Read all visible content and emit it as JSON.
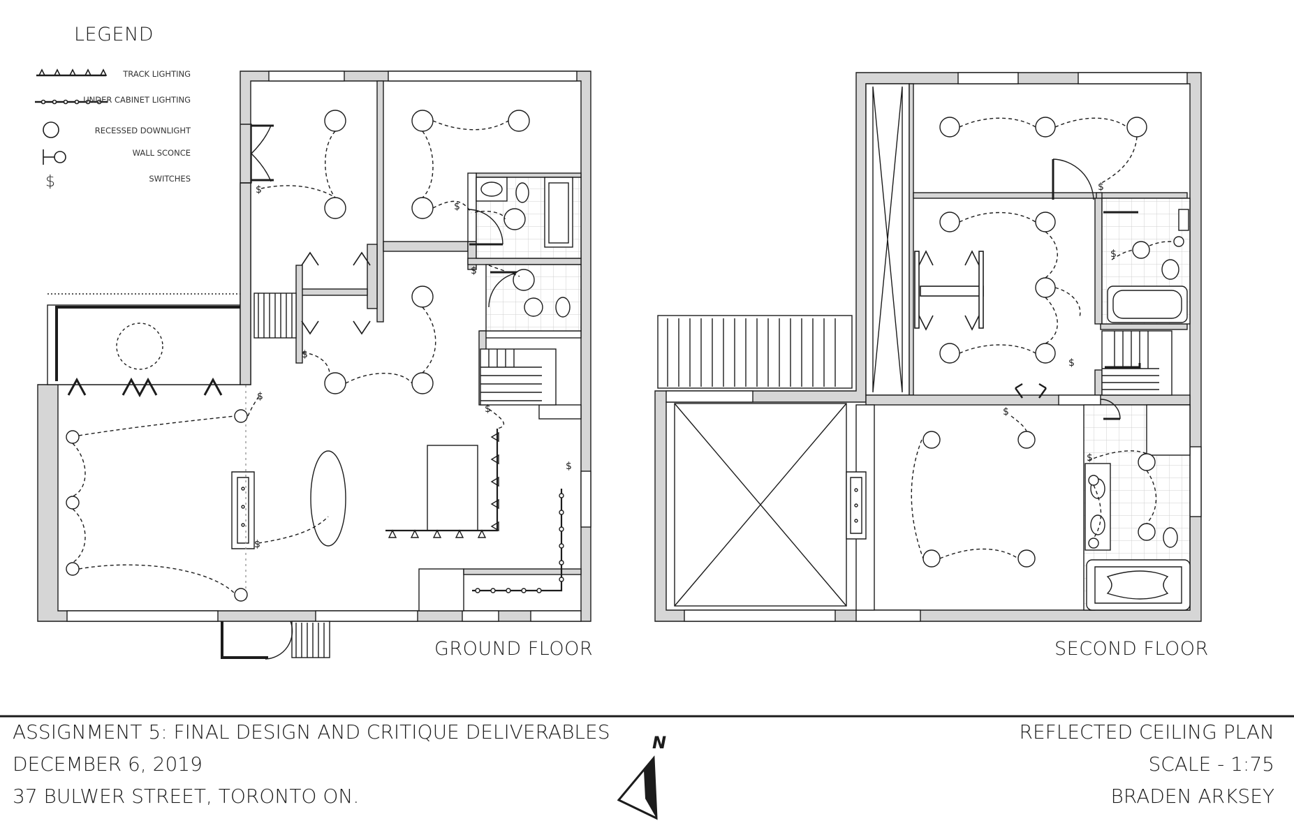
{
  "legend": {
    "title": "LEGEND",
    "items": [
      {
        "symbol": "track-lighting",
        "label": "TRACK LIGHTING"
      },
      {
        "symbol": "under-cabinet-lighting",
        "label": "UNDER CABINET LIGHTING"
      },
      {
        "symbol": "recessed-downlight",
        "label": "RECESSED DOWNLIGHT"
      },
      {
        "symbol": "wall-sconce",
        "label": "WALL SCONCE"
      },
      {
        "symbol": "switches",
        "label": "SWITCHES"
      }
    ],
    "switch_glyph": "$"
  },
  "floors": {
    "ground": {
      "title": "GROUND FLOOR"
    },
    "second": {
      "title": "SECOND FLOOR"
    }
  },
  "title_block": {
    "line1": "ASSIGNMENT 5: FINAL DESIGN AND CRITIQUE DELIVERABLES",
    "line2": "DECEMBER 6, 2019",
    "line3": "37 BULWER STREET, TORONTO ON.",
    "right1": "REFLECTED CEILING PLAN",
    "right2": "SCALE - 1:75",
    "right3": "BRADEN ARKSEY"
  },
  "north": {
    "label": "N",
    "icon": "north-arrow-icon"
  },
  "colors": {
    "line": "#1c1c1c",
    "wall_fill": "#d6d6d6",
    "tile": "#cfcfcf"
  }
}
